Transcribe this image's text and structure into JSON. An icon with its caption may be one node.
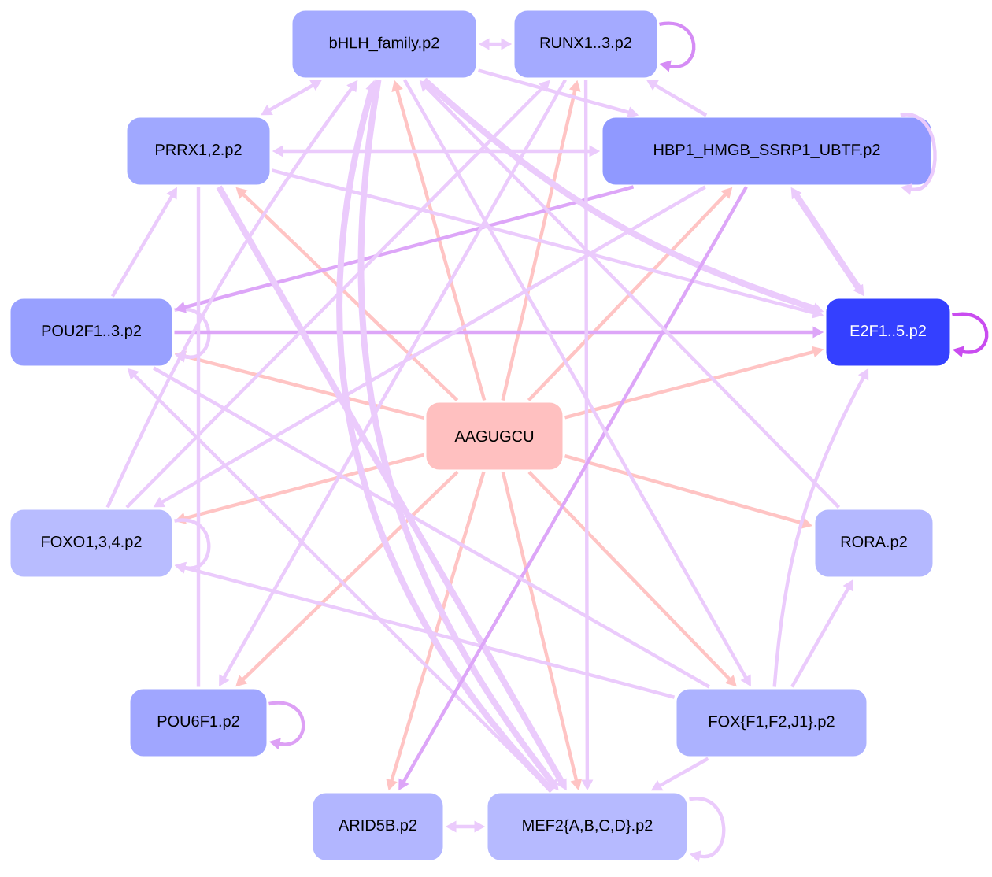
{
  "diagram": {
    "nodes": [
      {
        "text": [
          "bHLH_family.p2"
        ]
      },
      {
        "text": [
          "RUNX1..3.p2"
        ]
      },
      {
        "text": [
          "PRRX1,2.p2"
        ]
      },
      {
        "text": [
          "HBP1_HMGB_SSRP1_UBTF.p2"
        ]
      },
      {
        "text": [
          "POU2F1..3.p2"
        ]
      },
      {
        "text": [
          "E2F1..5.p2"
        ]
      },
      {
        "text": [
          "AAGUGCU"
        ]
      },
      {
        "text": [
          "FOXO1,3,4.p2"
        ]
      },
      {
        "text": [
          "RORA.p2"
        ]
      },
      {
        "text": [
          "POU6F1.p2"
        ]
      },
      {
        "text": [
          "FOX{F1,F2,J1}.p2"
        ]
      },
      {
        "text": [
          "ARID5B.p2"
        ]
      },
      {
        "text": [
          "MEF2{A,B,C,D}.p2"
        ]
      }
    ],
    "edges": [
      {
        "from": 6,
        "to": 0,
        "arrow": "to",
        "color": "#ffc4c4"
      },
      {
        "from": 6,
        "to": 1,
        "arrow": "to",
        "color": "#ffc4c4"
      },
      {
        "from": 6,
        "to": 2,
        "arrow": "to",
        "color": "#ffc4c4"
      },
      {
        "from": 6,
        "to": 3,
        "arrow": "to",
        "color": "#ffc4c4"
      },
      {
        "from": 6,
        "to": 4,
        "arrow": "to",
        "color": "#ffc4c4"
      },
      {
        "from": 6,
        "to": 5,
        "arrow": "to",
        "color": "#ffc4c4"
      },
      {
        "from": 6,
        "to": 7,
        "arrow": "to",
        "color": "#ffc4c4"
      },
      {
        "from": 6,
        "to": 8,
        "arrow": "to",
        "color": "#ffc4c4"
      },
      {
        "from": 6,
        "to": 9,
        "arrow": "to",
        "color": "#ffc4c4"
      },
      {
        "from": 6,
        "to": 10,
        "arrow": "to",
        "color": "#ffc4c4"
      },
      {
        "from": 6,
        "to": 11,
        "arrow": "to",
        "color": "#ffc4c4"
      },
      {
        "from": 6,
        "to": 12,
        "arrow": "to",
        "color": "#ffc4c4"
      },
      {
        "from": 1,
        "to": 1,
        "arrow": "to",
        "color": "#d58cf5"
      },
      {
        "from": 3,
        "to": 3,
        "arrow": "to"
      },
      {
        "from": 5,
        "to": 5,
        "arrow": "to",
        "color": "#c94cf0"
      },
      {
        "from": 4,
        "to": 4,
        "arrow": "to"
      },
      {
        "from": 7,
        "to": 7,
        "arrow": "to"
      },
      {
        "from": 9,
        "to": 9,
        "arrow": "to",
        "color": "#dda0f5"
      },
      {
        "from": 12,
        "to": 12,
        "arrow": "to"
      },
      {
        "from": 0,
        "to": 1,
        "arrow": "both"
      },
      {
        "from": 2,
        "to": 0,
        "arrow": "both"
      },
      {
        "from": 2,
        "to": 3,
        "arrow": "both"
      },
      {
        "from": 3,
        "to": 1,
        "arrow": "to"
      },
      {
        "from": 0,
        "to": 3,
        "arrow": "to"
      },
      {
        "from": 3,
        "to": 5,
        "arrow": "both",
        "style": "thick"
      },
      {
        "from": 4,
        "to": 5,
        "arrow": "to",
        "color": "#dda6f8"
      },
      {
        "from": 3,
        "to": 4,
        "arrow": "to",
        "color": "#dda6f8"
      },
      {
        "from": 4,
        "to": 2,
        "arrow": "to"
      },
      {
        "from": 2,
        "to": 5,
        "arrow": "to"
      },
      {
        "from": 0,
        "to": 5,
        "arrow": "to",
        "style": "thick"
      },
      {
        "from": 3,
        "to": 7,
        "arrow": "to"
      },
      {
        "from": 12,
        "to": 0,
        "arrow": "to",
        "style": "thick"
      },
      {
        "from": 0,
        "to": 12,
        "arrow": "to",
        "style": "thick"
      },
      {
        "from": 2,
        "to": 12,
        "arrow": "to",
        "style": "thick"
      },
      {
        "from": 12,
        "to": 4,
        "arrow": "to"
      },
      {
        "from": 1,
        "to": 12,
        "arrow": "to"
      },
      {
        "from": 10,
        "to": 7,
        "arrow": "to"
      },
      {
        "from": 10,
        "to": 8,
        "arrow": "to"
      },
      {
        "from": 10,
        "to": 12,
        "arrow": "to"
      },
      {
        "from": 10,
        "to": 5,
        "arrow": "to"
      },
      {
        "from": 11,
        "to": 12,
        "arrow": "both"
      },
      {
        "from": 3,
        "to": 11,
        "arrow": "to",
        "color": "#dda6f8"
      },
      {
        "from": 8,
        "to": 0,
        "arrow": "to"
      },
      {
        "from": 1,
        "to": 9,
        "arrow": "to"
      },
      {
        "from": 9,
        "to": 2,
        "arrow": "none"
      },
      {
        "from": 7,
        "to": 0,
        "arrow": "to"
      },
      {
        "from": 7,
        "to": 1,
        "arrow": "to"
      },
      {
        "from": 0,
        "to": 10,
        "arrow": "to"
      },
      {
        "from": 4,
        "to": 10,
        "arrow": "none"
      }
    ]
  }
}
